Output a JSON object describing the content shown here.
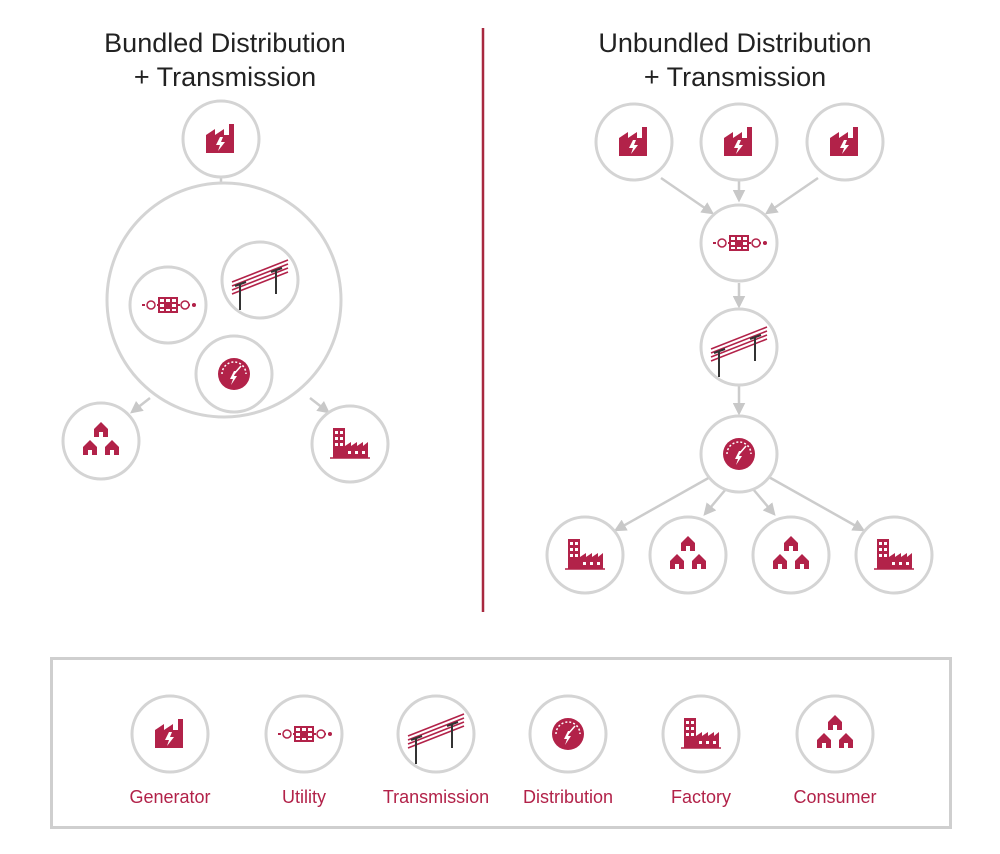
{
  "titles": {
    "left_line1": "Bundled Distribution",
    "left_line2": "+ Transmission",
    "right_line1": "Unbundled Distribution",
    "right_line2": "+ Transmission"
  },
  "legend": [
    {
      "label": "Generator",
      "icon": "generator-icon"
    },
    {
      "label": "Utility",
      "icon": "utility-icon"
    },
    {
      "label": "Transmission",
      "icon": "transmission-icon"
    },
    {
      "label": "Distribution",
      "icon": "distribution-icon"
    },
    {
      "label": "Factory",
      "icon": "factory-icon"
    },
    {
      "label": "Consumer",
      "icon": "consumer-icon"
    }
  ],
  "colors": {
    "accent": "#b22249",
    "node_stroke": "#d4d4d4",
    "arrow": "#cccccc",
    "divider": "#a8283f"
  }
}
